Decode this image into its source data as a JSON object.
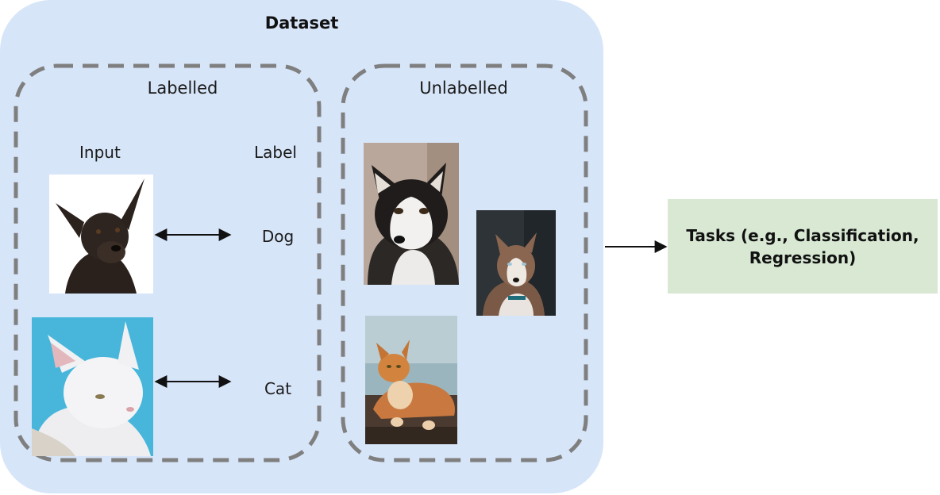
{
  "dataset": {
    "title": "Dataset"
  },
  "labelled": {
    "title": "Labelled",
    "input_header": "Input",
    "label_header": "Label",
    "rows": [
      {
        "image": "black dog photo",
        "label": "Dog"
      },
      {
        "image": "white cat photo",
        "label": "Cat"
      }
    ]
  },
  "unlabelled": {
    "title": "Unlabelled",
    "images": [
      "husky dog photo",
      "husky dog photo",
      "orange cat photo"
    ]
  },
  "tasks": {
    "label": "Tasks (e.g., Classification, Regression)"
  },
  "colors": {
    "dataset_bg": "#d7e5f9",
    "dashed_border": "#7f7f7f",
    "task_bg": "#d8e8d3"
  }
}
